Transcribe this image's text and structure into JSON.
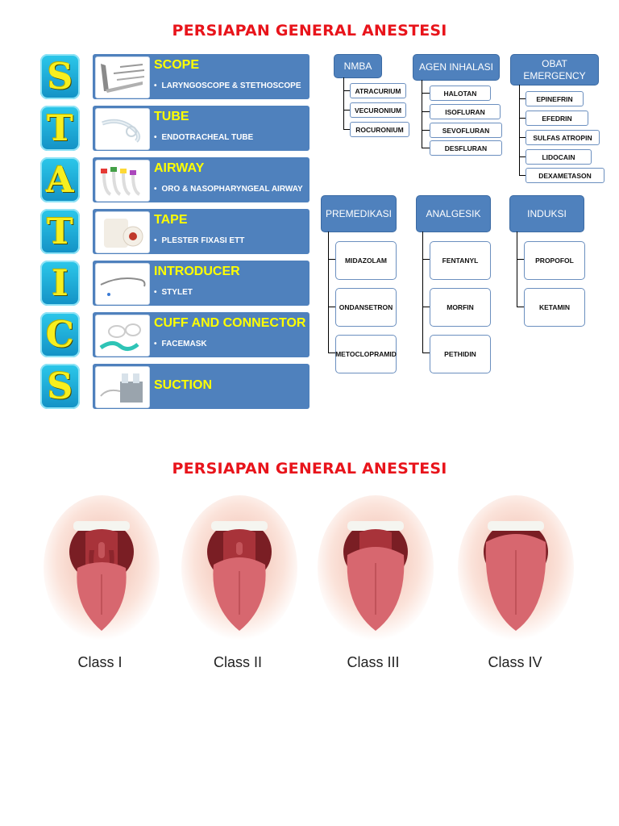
{
  "title_top": "PERSIAPAN GENERAL ANESTESI",
  "title_bottom": "PERSIAPAN GENERAL ANESTESI",
  "statics": [
    {
      "letter": "S",
      "title": "SCOPE",
      "sub": "LARYNGOSCOPE & STETHOSCOPE"
    },
    {
      "letter": "T",
      "title": "TUBE",
      "sub": "ENDOTRACHEAL TUBE"
    },
    {
      "letter": "A",
      "title": "AIRWAY",
      "sub": "ORO & NASOPHARYNGEAL AIRWAY"
    },
    {
      "letter": "T",
      "title": "TAPE",
      "sub": "PLESTER FIXASI ETT"
    },
    {
      "letter": "I",
      "title": "INTRODUCER",
      "sub": "STYLET"
    },
    {
      "letter": "C",
      "title": "CUFF AND CONNECTOR",
      "sub": "FACEMASK"
    },
    {
      "letter": "S",
      "title": "SUCTION",
      "sub": ""
    }
  ],
  "groups_top": [
    {
      "header": "NMBA",
      "items": [
        "ATRACURIUM",
        "VECURONIUM",
        "ROCURONIUM"
      ]
    },
    {
      "header": "AGEN INHALASI",
      "items": [
        "HALOTAN",
        "ISOFLURAN",
        "SEVOFLURAN",
        "DESFLURAN"
      ]
    },
    {
      "header": "OBAT EMERGENCY",
      "items": [
        "EPINEFRIN",
        "EFEDRIN",
        "SULFAS ATROPIN",
        "LIDOCAIN",
        "DEXAMETASON"
      ]
    }
  ],
  "groups_bottom": [
    {
      "header": "PREMEDIKASI",
      "items": [
        "MIDAZOLAM",
        "ONDANSETRON",
        "METOCLOPRAMID"
      ]
    },
    {
      "header": "ANALGESIK",
      "items": [
        "FENTANYL",
        "MORFIN",
        "PETHIDIN"
      ]
    },
    {
      "header": "INDUKSI",
      "items": [
        "PROPOFOL",
        "KETAMIN"
      ]
    }
  ],
  "mallampati": [
    "Class I",
    "Class II",
    "Class III",
    "Class IV"
  ],
  "colors": {
    "title_red": "#e8141b",
    "row_blue": "#4f81bd",
    "row_title_yellow": "#ffff00",
    "letter_cyan": "#1ea9d8"
  }
}
